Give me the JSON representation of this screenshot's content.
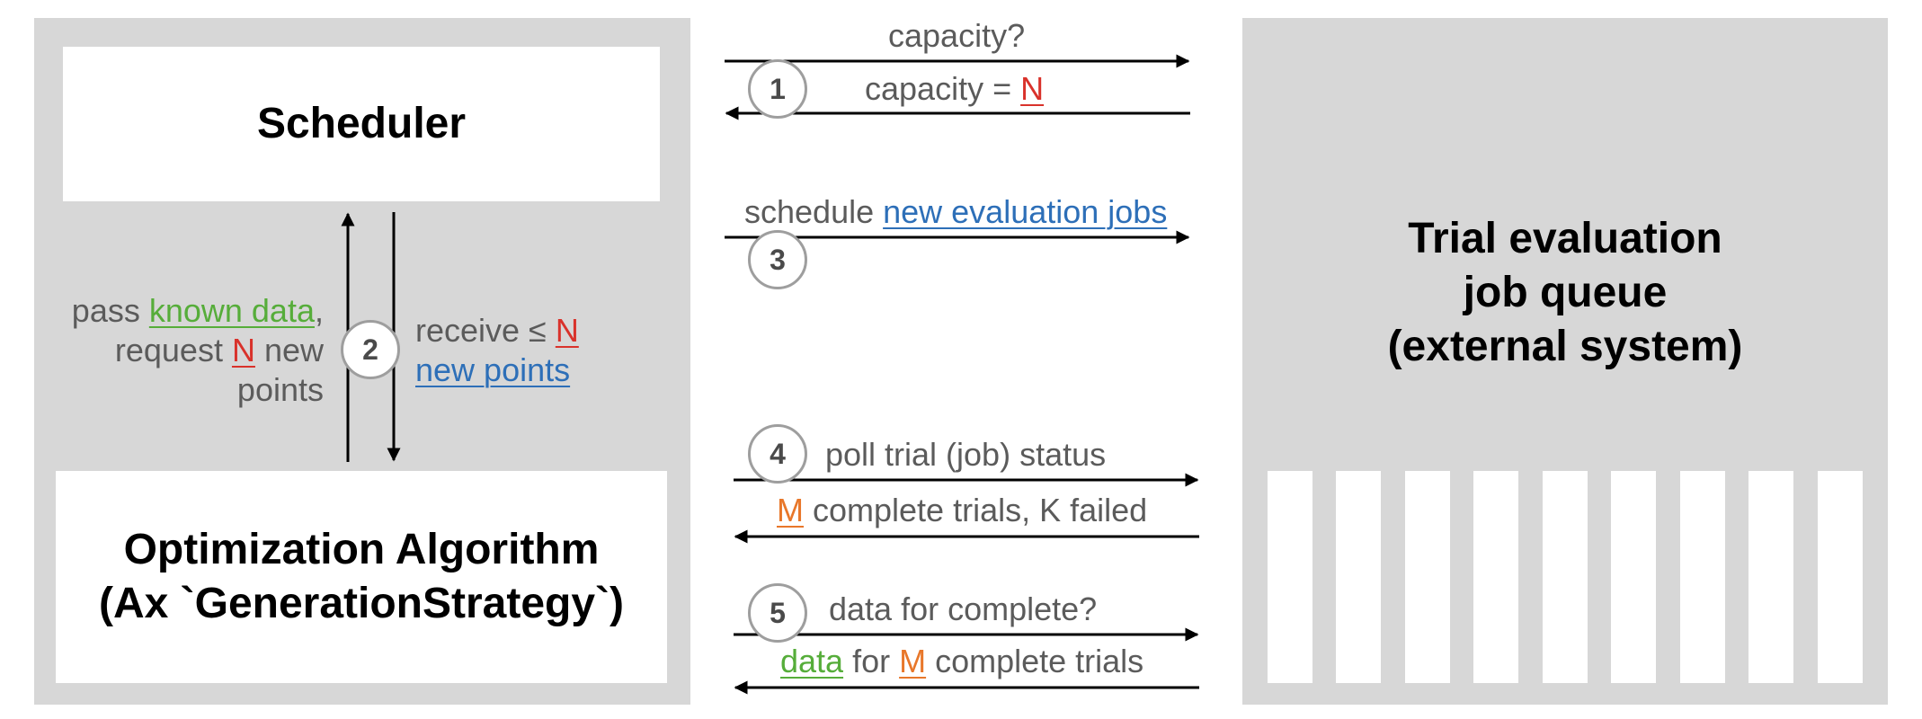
{
  "scheduler": {
    "title": "Scheduler"
  },
  "optimizer": {
    "line1": "Optimization Algorithm",
    "line2": "(Ax `GenerationStrategy`)"
  },
  "queue": {
    "line1": "Trial evaluation",
    "line2": "job queue",
    "line3": "(external system)"
  },
  "step1": {
    "number": "1",
    "request": "capacity?",
    "reply_prefix": "capacity = ",
    "reply_var": "N"
  },
  "step2": {
    "number": "2",
    "pass_word": "pass ",
    "pass_link": "known data",
    "pass_comma": ",",
    "request_word": "request ",
    "request_var": "N",
    "request_suffix": " new",
    "points": "points",
    "receive_prefix": "receive ≤ ",
    "receive_var": "N",
    "new_points": "new points"
  },
  "step3": {
    "number": "3",
    "prefix": "schedule ",
    "link": "new evaluation jobs"
  },
  "step4": {
    "number": "4",
    "request": "poll trial (job) status",
    "reply_var": "M",
    "reply_suffix": " complete trials, K failed"
  },
  "step5": {
    "number": "5",
    "request": "data for complete?",
    "reply_data": "data",
    "reply_mid": " for ",
    "reply_var": "M",
    "reply_suffix": " complete trials"
  },
  "colors": {
    "panel": "#d7d7d7",
    "n_var": "#d9322b",
    "new_items": "#2d6fb8",
    "data": "#56ad3a",
    "m_var": "#e8772a"
  }
}
